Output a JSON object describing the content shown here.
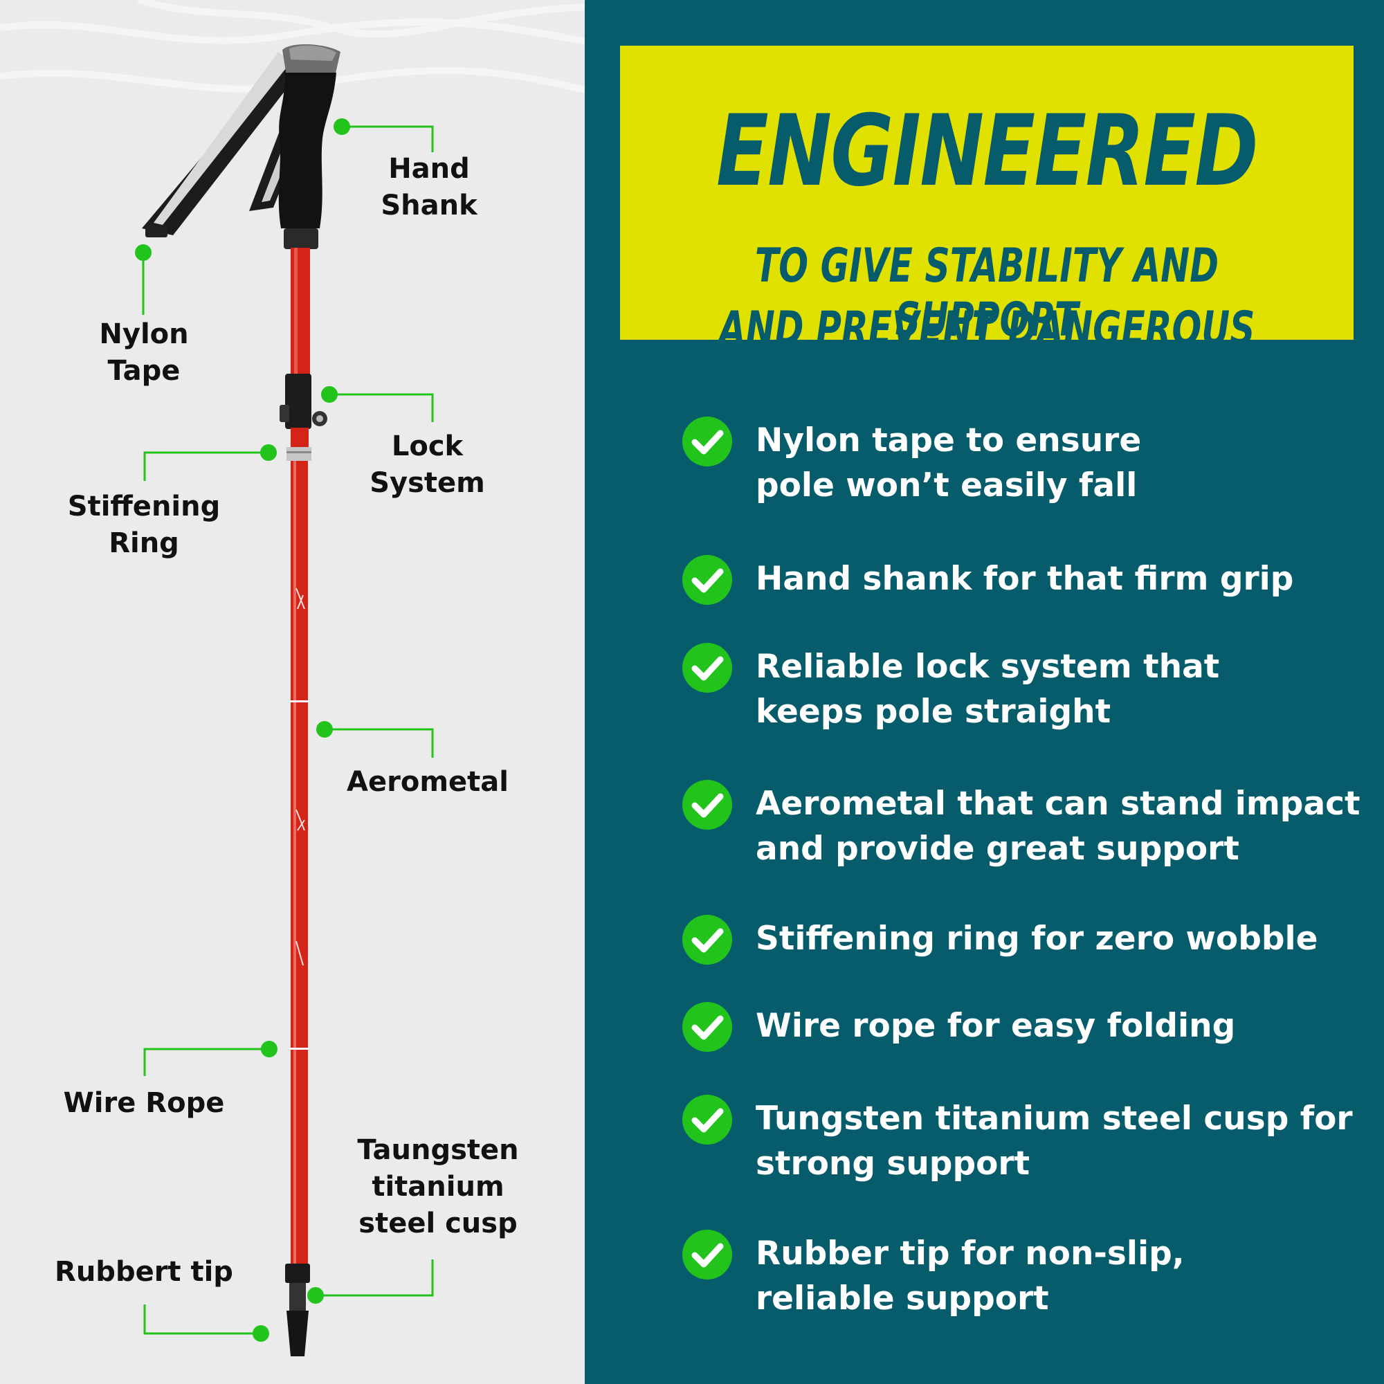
{
  "colors": {
    "left_bg": "#ebebeb",
    "right_bg": "#075c6c",
    "banner_bg": "#e1e100",
    "accent_green": "#22c41c",
    "pole_red": "#d42317",
    "heading_text": "#075c6c"
  },
  "callouts": [
    {
      "id": "hand-shank",
      "lines": [
        "Hand",
        "Shank"
      ]
    },
    {
      "id": "nylon-tape",
      "lines": [
        "Nylon",
        "Tape"
      ]
    },
    {
      "id": "lock-system",
      "lines": [
        "Lock",
        "System"
      ]
    },
    {
      "id": "stiffening-ring",
      "lines": [
        "Stiffening",
        "Ring"
      ]
    },
    {
      "id": "aerometal",
      "lines": [
        "Aerometal"
      ]
    },
    {
      "id": "wire-rope",
      "lines": [
        "Wire Rope"
      ]
    },
    {
      "id": "tungsten-cusp",
      "lines": [
        "Taungsten",
        "titanium",
        "steel cusp"
      ]
    },
    {
      "id": "rubber-tip",
      "lines": [
        "Rubbert tip"
      ]
    }
  ],
  "banner": {
    "headline": "ENGINEERED",
    "subline_1": "TO GIVE STABILITY AND SUPPORT",
    "subline_2": "AND PREVENT DANGEROUS FALLS"
  },
  "features": [
    {
      "icon": "check-icon",
      "lines": [
        "Nylon tape to ensure",
        "pole won’t easily fall"
      ]
    },
    {
      "icon": "check-icon",
      "lines": [
        "Hand shank for that firm grip"
      ]
    },
    {
      "icon": "check-icon",
      "lines": [
        "Reliable lock system that",
        "keeps pole straight"
      ]
    },
    {
      "icon": "check-icon",
      "lines": [
        "Aerometal that can stand impact",
        "and provide great support"
      ]
    },
    {
      "icon": "check-icon",
      "lines": [
        "Stiffening ring for zero wobble"
      ]
    },
    {
      "icon": "check-icon",
      "lines": [
        "Wire rope for easy folding"
      ]
    },
    {
      "icon": "check-icon",
      "lines": [
        "Tungsten titanium steel cusp for",
        "strong support"
      ]
    },
    {
      "icon": "check-icon",
      "lines": [
        "Rubber tip for non-slip,",
        "reliable support"
      ]
    }
  ]
}
